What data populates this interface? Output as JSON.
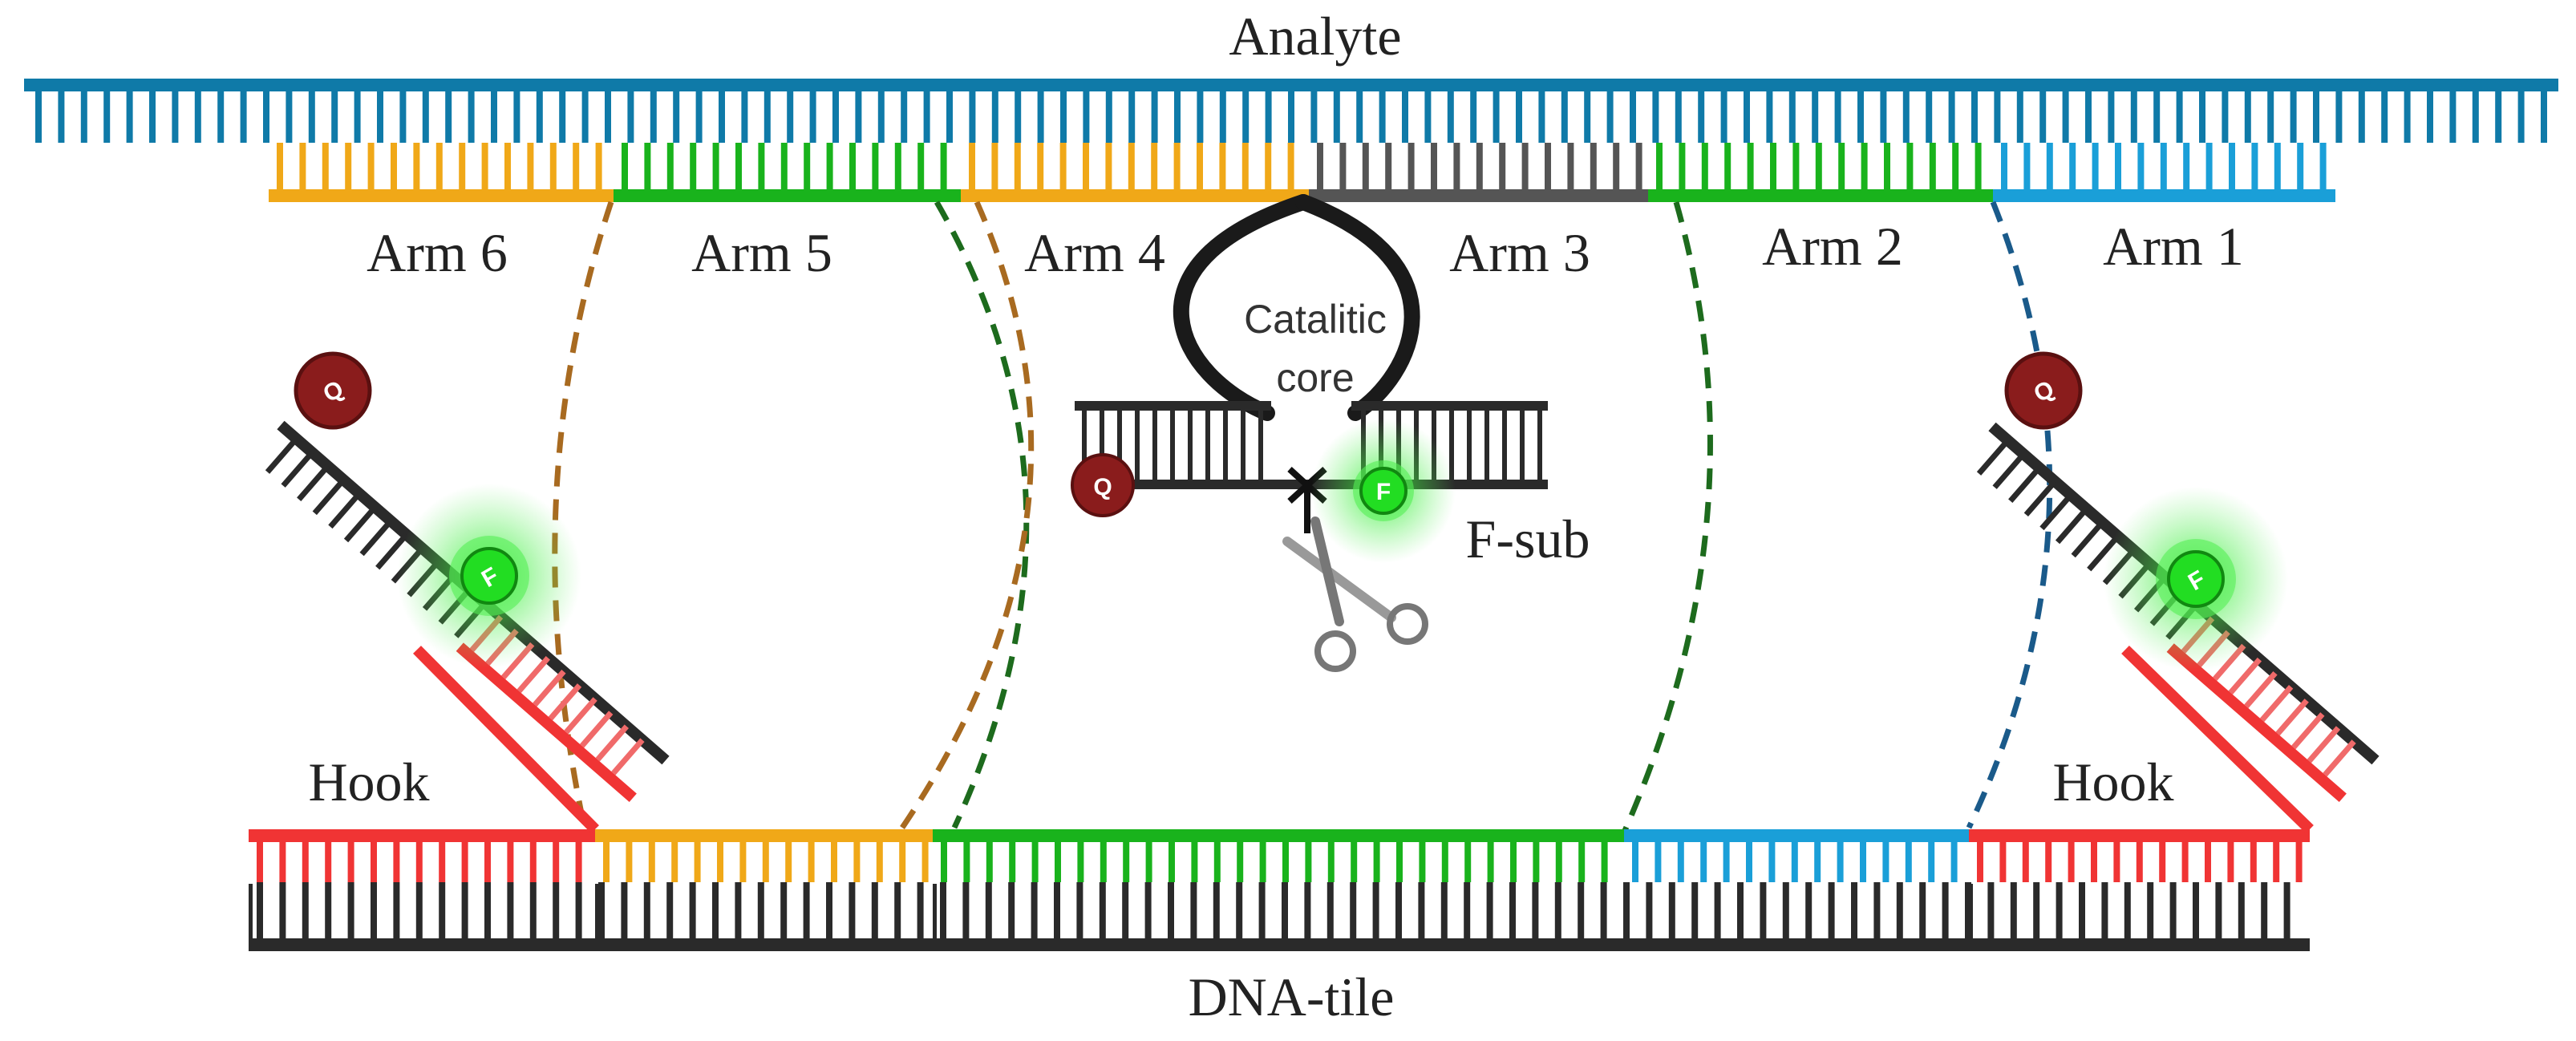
{
  "labels": {
    "analyte": "Analyte",
    "dna_tile": "DNA-tile",
    "catalytic_core_line1": "Catalitic",
    "catalytic_core_line2": "core",
    "f_sub": "F-sub",
    "hook_left": "Hook",
    "hook_right": "Hook",
    "quencher": "Q",
    "fluorophore": "F"
  },
  "arms": [
    {
      "label": "Arm 6",
      "color": "#f0a818"
    },
    {
      "label": "Arm 5",
      "color": "#19b31c"
    },
    {
      "label": "Arm 4",
      "color": "#f0a818"
    },
    {
      "label": "Arm 3",
      "color": "#555555"
    },
    {
      "label": "Arm 2",
      "color": "#19b31c"
    },
    {
      "label": "Arm 1",
      "color": "#1a9fd8"
    }
  ],
  "colors": {
    "analyte": "#0f7aa8",
    "hook": "#f03434",
    "tile_strand": "#2a2a2a",
    "quencher": "#8a1c1c",
    "fluorophore": "#22dd22",
    "brown_dash": "#a86a20",
    "green_dash": "#1d6b1d",
    "blue_dash": "#1a5a8a"
  },
  "icons": {
    "cleavage": "scissors-icon",
    "cleavage_site": "cleavage-cross-icon"
  }
}
